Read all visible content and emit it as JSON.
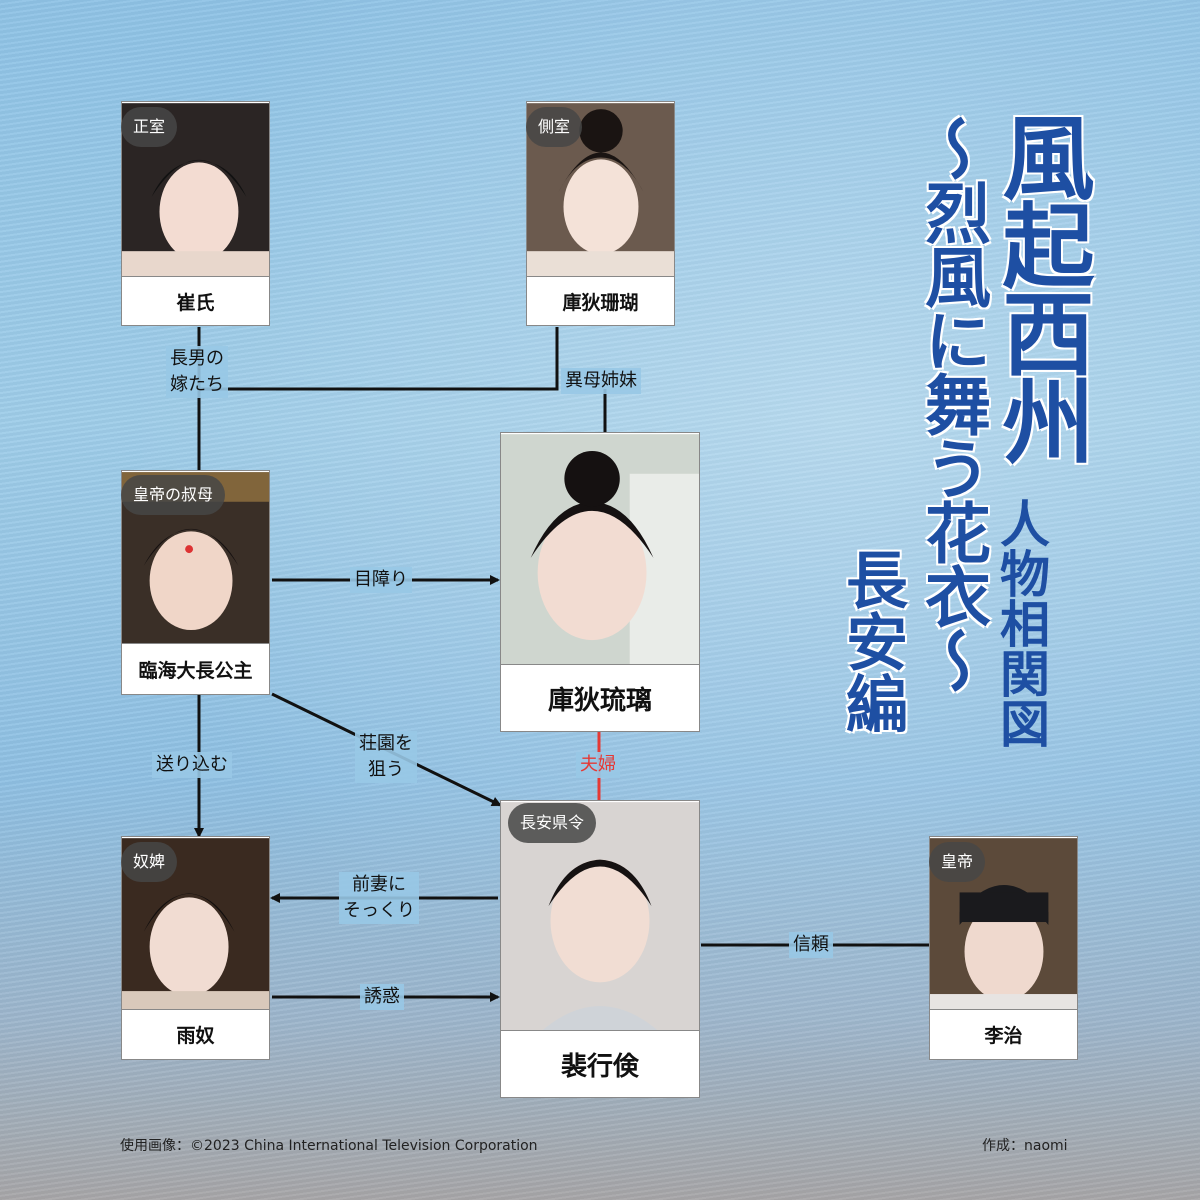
{
  "title": {
    "line1": "風起西州",
    "line2": "〜烈風に舞う花衣〜",
    "sub1": "人物相関図",
    "sub2": "長安編"
  },
  "characters": {
    "cui": {
      "name": "崔氏",
      "role": "正室"
    },
    "shanhu": {
      "name": "庫狄珊瑚",
      "role": "側室"
    },
    "linhai": {
      "name": "臨海大長公主",
      "role": "皇帝の叔母"
    },
    "liuli": {
      "name": "庫狄琉璃"
    },
    "yunu": {
      "name": "雨奴",
      "role": "奴婢"
    },
    "pei": {
      "name": "裴行倹",
      "role": "長安県令"
    },
    "lizhi": {
      "name": "李治",
      "role": "皇帝"
    }
  },
  "edges": {
    "wives_l1": "長男の",
    "wives_l2": "嫁たち",
    "half_sisters": "異母姉妹",
    "eyesore": "目障り",
    "estate_l1": "荘園を",
    "estate_l2": "狙う",
    "send_in": "送り込む",
    "couple": "夫婦",
    "resemble_l1": "前妻に",
    "resemble_l2": "そっくり",
    "seduce": "誘惑",
    "trust": "信頼"
  },
  "footer": {
    "credit": "使用画像：©2023 China International Television Corporation",
    "author": "作成：naomi"
  },
  "colors": {
    "title": "#1e4fa3",
    "couple_line": "#e53935",
    "tag_bg": "#464646"
  }
}
